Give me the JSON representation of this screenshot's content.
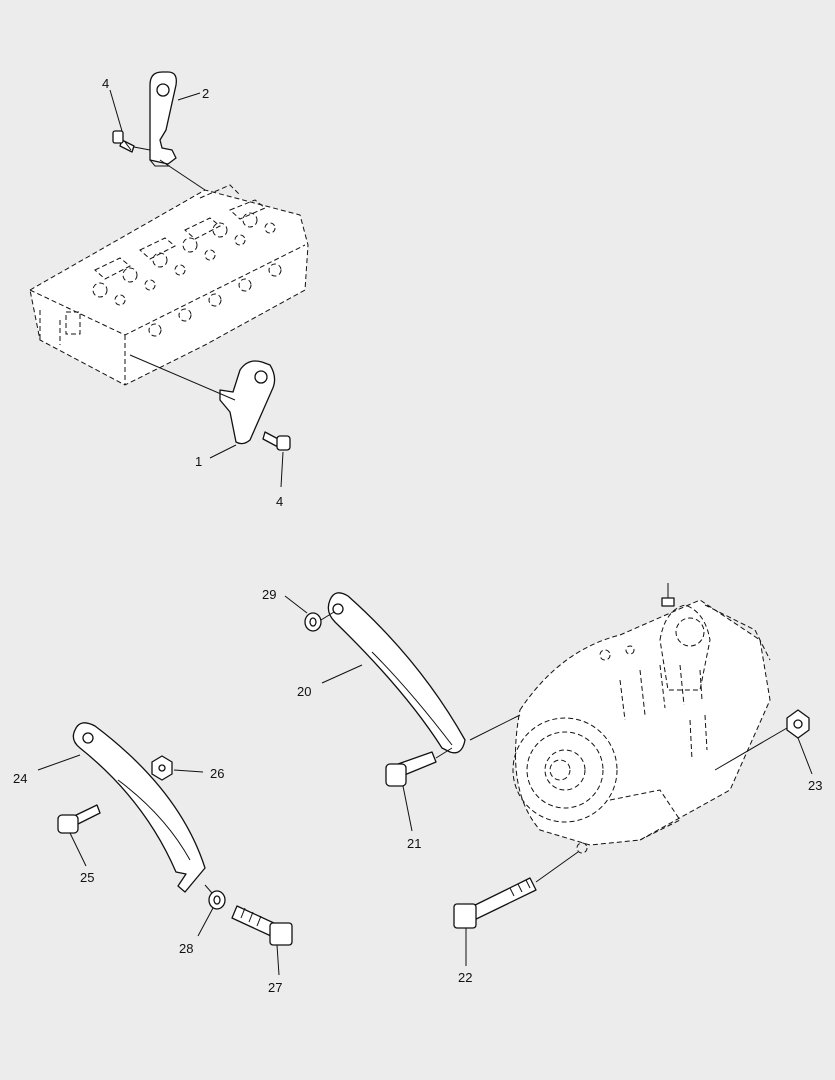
{
  "diagram": {
    "callouts": {
      "c1": "1",
      "c2": "2",
      "c4a": "4",
      "c4b": "4",
      "c20": "20",
      "c21": "21",
      "c22": "22",
      "c23": "23",
      "c24": "24",
      "c25": "25",
      "c26": "26",
      "c27": "27",
      "c28": "28",
      "c29": "29"
    },
    "colors": {
      "background": "#ececec",
      "line": "#111111",
      "part_fill": "#ffffff"
    }
  }
}
